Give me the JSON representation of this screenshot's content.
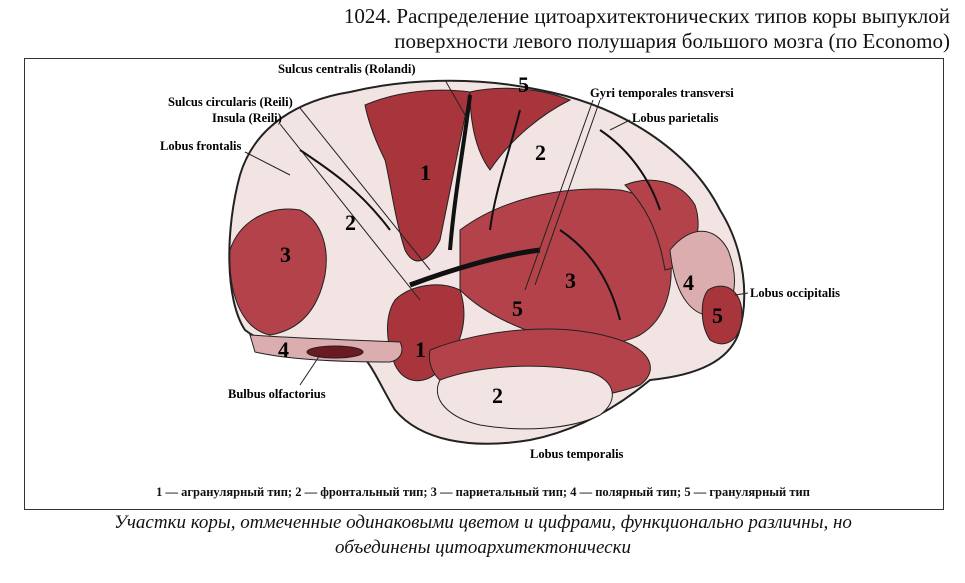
{
  "title": {
    "line1": "1024. Распределение цитоархитектонических типов коры выпуклой",
    "line2": "поверхности левого полушария большого мозга (по Economo)"
  },
  "labels": {
    "sulcus_centralis": "Sulcus centralis (Rolandi)",
    "gyri_temporales": "Gyri temporales transversi",
    "sulcus_circularis": "Sulcus circularis (Reili)",
    "insula": "Insula (Reili)",
    "lobus_parietalis": "Lobus parietalis",
    "lobus_frontalis": "Lobus frontalis",
    "lobus_occipitalis": "Lobus occipitalis",
    "bulbus_olfactorius": "Bulbus olfactorius",
    "lobus_temporalis": "Lobus temporalis"
  },
  "region_numbers": {
    "top": "5",
    "precentral": "1",
    "parietal": "2",
    "frontal_mid": "2",
    "frontal_pole": "3",
    "orbital": "4",
    "insula_base": "1",
    "transverse": "5",
    "temporal_upper": "3",
    "occipital_4": "4",
    "occipital_5": "5",
    "temporal_lower": "2"
  },
  "legend": "1 — агранулярный тип; 2 — фронтальный тип; 3 — париетальный тип; 4 — полярный тип; 5 — гранулярный тип",
  "caption": {
    "line1": "Участки коры, отмеченные одинаковыми цветом и цифрами, функционально различны, но",
    "line2": "объединены цитоархитектонически"
  },
  "colors": {
    "type1": "#a8343c",
    "type3": "#b4424a",
    "type4": "#dcadaf",
    "light": "#f3e4e4",
    "outline": "#222222"
  }
}
